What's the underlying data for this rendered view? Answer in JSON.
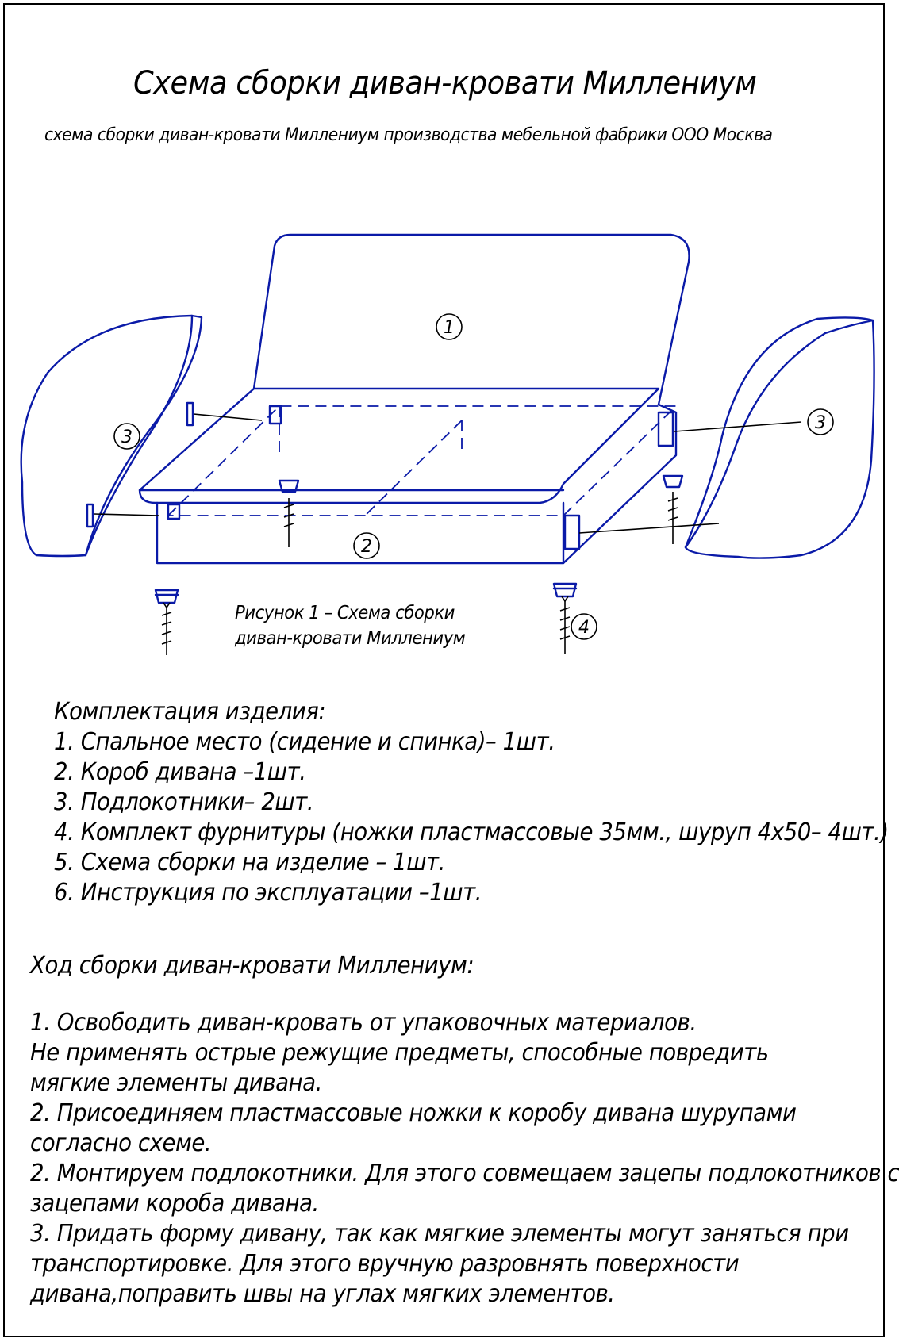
{
  "title": "Схема сборки диван-кровати Миллениум",
  "subtitle": "схема сборки диван-кровати Миллениум производства мебельной фабрики ООО Москва",
  "figure": {
    "part_numbers": [
      "1",
      "2",
      "3",
      "3",
      "4"
    ],
    "caption_line1": "Рисунок 1 – Схема сборки",
    "caption_line2": "диван-кровати Миллениум",
    "line_color": "#0a1aa8"
  },
  "kit": {
    "heading": "Комплектация изделия:",
    "items": [
      "1. Спальное место (сидение и спинка)– 1шт.",
      "2. Короб дивана –1шт.",
      "3. Подлокотники– 2шт.",
      "4. Комплект фурнитуры (ножки пластмассовые 35мм., шуруп 4х50– 4шт.)",
      "5. Схема сборки на изделие – 1шт.",
      "6. Инструкция по эксплуатации –1шт."
    ]
  },
  "assembly": {
    "heading": "Ход сборки диван-кровати Миллениум:",
    "lines": [
      "1. Освободить диван-кровать от упаковочных материалов.",
      "   Не применять острые режущие предметы, способные повредить",
      "   мягкие элементы дивана.",
      "2. Присоединяем пластмассовые ножки к коробу дивана шурупами",
      "   согласно схеме.",
      "2. Монтируем подлокотники. Для этого совмещаем зацепы подлокотников с",
      "   зацепами короба дивана.",
      "3. Придать форму дивану, так как мягкие элементы могут заняться при",
      "   транспортировке. Для этого вручную разровнять поверхности",
      "   дивана,поправить швы на углах мягких элементов."
    ]
  }
}
